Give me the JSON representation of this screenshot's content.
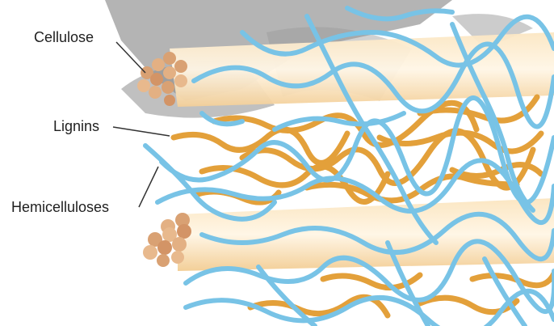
{
  "labels": {
    "cellulose": "Cellulose",
    "lignins": "Lignins",
    "hemicelluloses": "Hemicelluloses"
  },
  "colors": {
    "cellulose_fiber": "#f7dcae",
    "cellulose_end": "#d9a173",
    "lignin": "#e3a03a",
    "hemicellulose": "#78c3e6",
    "watermark": "#8a8a8a"
  }
}
